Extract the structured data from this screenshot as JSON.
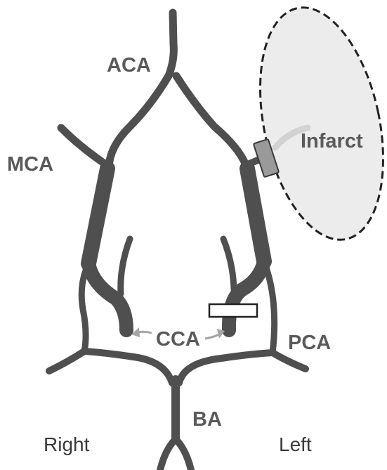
{
  "labels": {
    "aca": "ACA",
    "mca": "MCA",
    "infarct": "Infarct",
    "cca": "CCA",
    "pca": "PCA",
    "ba": "BA",
    "right": "Right",
    "left": "Left"
  },
  "colors": {
    "vessel": "#4f4f4f",
    "label": "#5a5a5a",
    "arrow": "#a5a5a5",
    "occlusion_block": "#9a9a9a",
    "infarct_border": "#222222",
    "infarct_fill": "#ececec"
  }
}
